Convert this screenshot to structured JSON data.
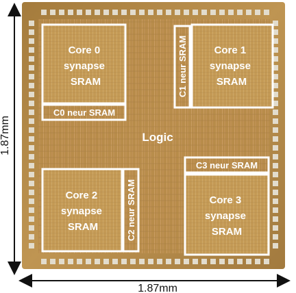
{
  "colors": {
    "die": "#b98f4a",
    "die_dark": "#8a6a35",
    "pad": "#e2dccd",
    "outline": "#ffffff",
    "dimension": "#111111"
  },
  "dimension_height": "1.87mm",
  "dimension_width": "1.87mm",
  "logic_label": "Logic",
  "cores": [
    {
      "lines": [
        "Core 0",
        "synapse",
        "SRAM"
      ]
    },
    {
      "lines": [
        "Core 1",
        "synapse",
        "SRAM"
      ]
    },
    {
      "lines": [
        "Core 2",
        "synapse",
        "SRAM"
      ]
    },
    {
      "lines": [
        "Core 3",
        "synapse",
        "SRAM"
      ]
    }
  ],
  "neuron_srams": [
    "C0 neur SRAM",
    "C1 neur SRAM",
    "C2 neur SRAM",
    "C3 neur SRAM"
  ]
}
